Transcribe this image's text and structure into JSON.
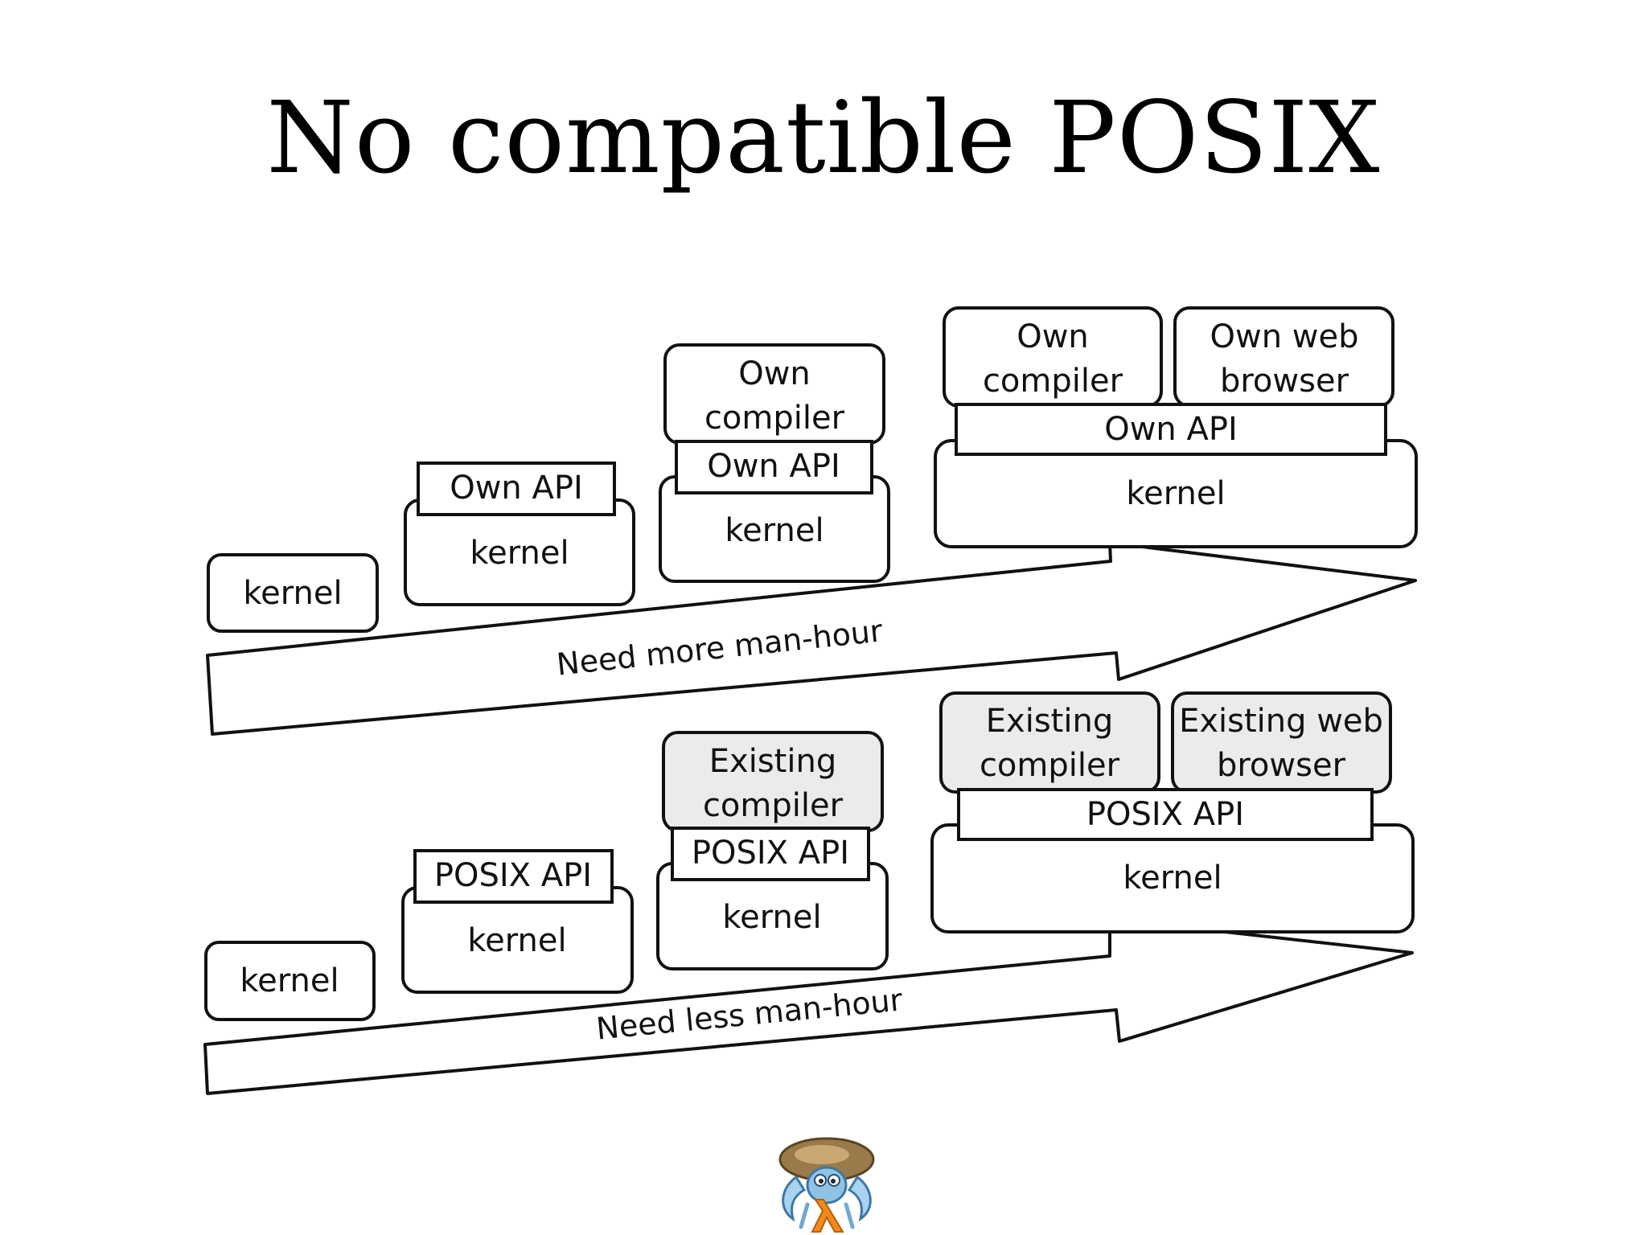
{
  "slide": {
    "title": "No compatible POSIX"
  },
  "top_row": {
    "arrow_label": "Need more man-hour",
    "stage1": {
      "kernel": "kernel"
    },
    "stage2": {
      "api": "Own API",
      "kernel": "kernel"
    },
    "stage3": {
      "compiler_line1": "Own",
      "compiler_line2": "compiler",
      "api": "Own API",
      "kernel": "kernel"
    },
    "stage4": {
      "compiler_line1": "Own",
      "compiler_line2": "compiler",
      "browser_line1": "Own web",
      "browser_line2": "browser",
      "api": "Own API",
      "kernel": "kernel"
    }
  },
  "bottom_row": {
    "arrow_label": "Need less man-hour",
    "stage1": {
      "kernel": "kernel"
    },
    "stage2": {
      "api": "POSIX API",
      "kernel": "kernel"
    },
    "stage3": {
      "compiler_line1": "Existing",
      "compiler_line2": "compiler",
      "api": "POSIX API",
      "kernel": "kernel"
    },
    "stage4": {
      "compiler_line1": "Existing",
      "compiler_line2": "compiler",
      "browser_line1": "Existing web",
      "browser_line2": "browser",
      "api": "POSIX API",
      "kernel": "kernel"
    }
  },
  "colors": {
    "shaded_box": "#ebebeb",
    "outline": "#111111"
  },
  "icons": {
    "mascot": "hermit-crab-mascot-icon"
  }
}
